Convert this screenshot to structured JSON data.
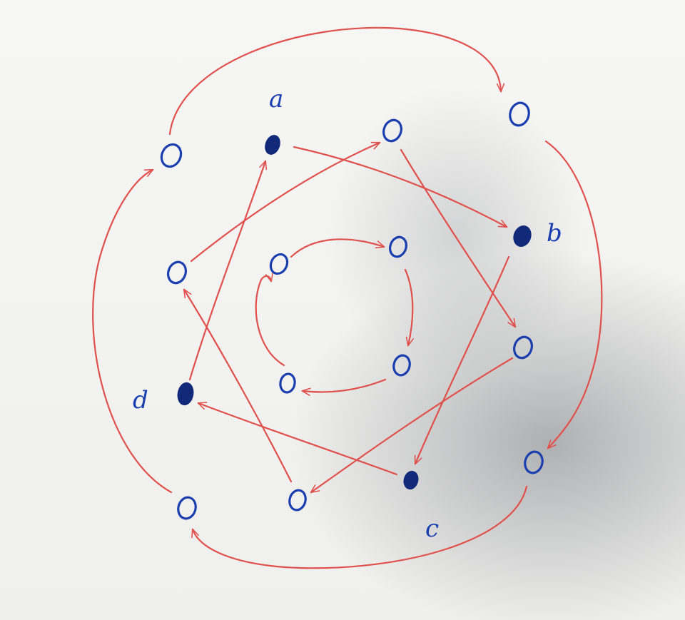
{
  "diagram": {
    "labels": {
      "a": "a",
      "b": "b",
      "c": "c",
      "d": "d"
    },
    "colors": {
      "edge": "#e0504c",
      "node": "#1c3fb0",
      "filled_node": "#12297a"
    },
    "node_style": {
      "filled": [
        "a",
        "b",
        "c",
        "d"
      ],
      "open": [
        "outer-1",
        "outer-2",
        "outer-3",
        "outer-4",
        "middle-1",
        "middle-2",
        "middle-3",
        "middle-4",
        "inner-1",
        "inner-2",
        "inner-3",
        "inner-4"
      ]
    }
  }
}
